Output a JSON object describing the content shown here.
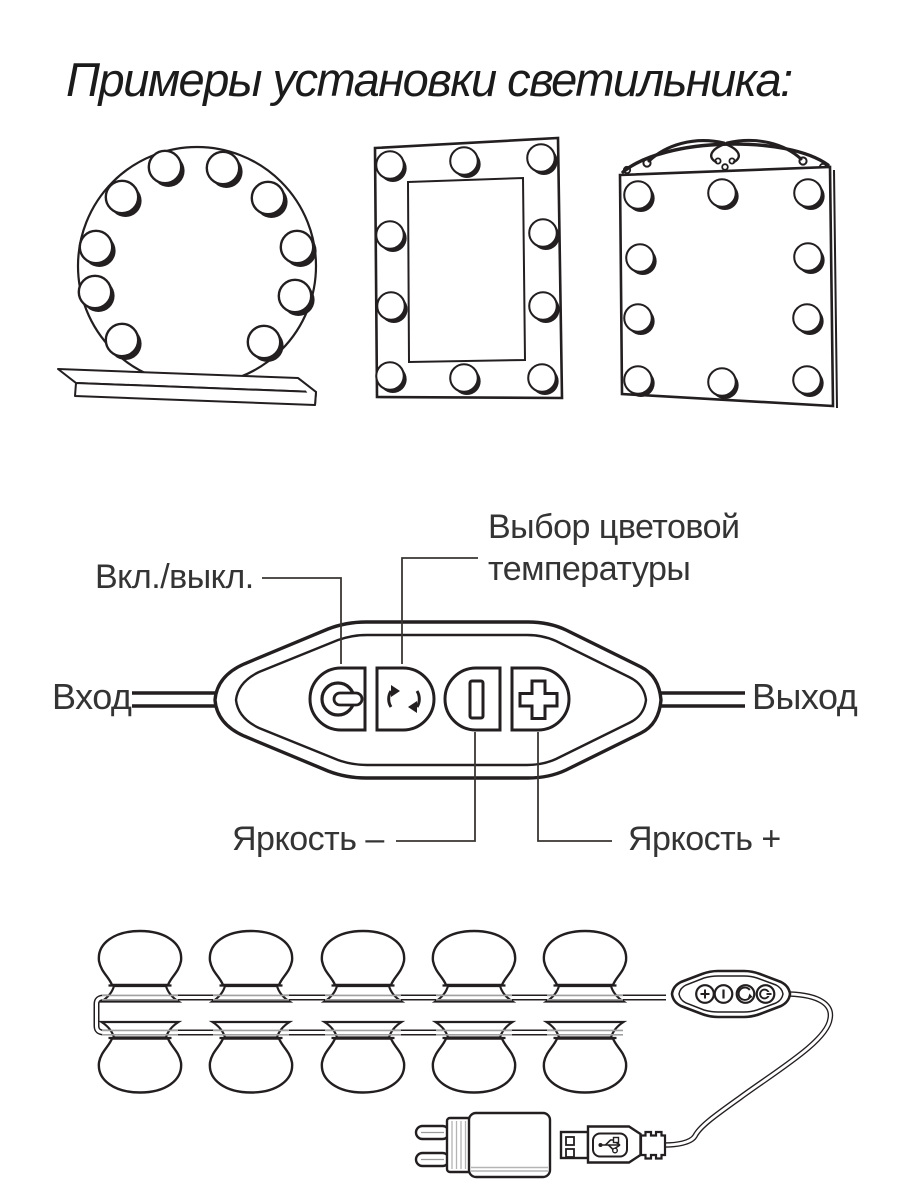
{
  "colors": {
    "ink": "#231f20",
    "gray": "#a0a0a0",
    "shade": "#b4b4b4",
    "background": "#ffffff"
  },
  "title": "Примеры установки светильника:",
  "installation_examples": [
    {
      "name": "round-mirror-on-stand",
      "bulbs": 10
    },
    {
      "name": "rectangular-mirror",
      "bulbs": 10
    },
    {
      "name": "arched-top-mirror",
      "bulbs": 10
    }
  ],
  "controller_diagram": {
    "labels": {
      "on_off": "Вкл./выкл.",
      "color_temp_line1": "Выбор цветовой",
      "color_temp_line2": "температуры",
      "input": "Вход",
      "output": "Выход",
      "brightness_minus": "Яркость –",
      "brightness_plus": "Яркость +"
    },
    "buttons": [
      "power",
      "color-temperature-cycle",
      "brightness-down",
      "brightness-up"
    ]
  },
  "light_string": {
    "bulbs_top_row": 5,
    "bulbs_bottom_row": 5,
    "inline_controller_buttons": [
      "plus",
      "bar",
      "cycle",
      "power"
    ],
    "power_parts": [
      "eu-wall-adapter",
      "usb-plug"
    ]
  }
}
